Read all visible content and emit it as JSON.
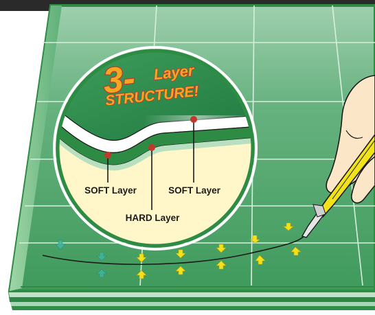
{
  "callout": {
    "number": "3-",
    "word": "Layer",
    "subtitle": "STRUCTURE!"
  },
  "labels": {
    "soft_left": "SOFT Layer",
    "soft_right": "SOFT Layer",
    "hard": "HARD Layer"
  },
  "colors": {
    "mat_green": "#5fae7a",
    "mat_border": "#2e8b43",
    "grid_line": "#d8efdc",
    "callout_fill": "#fff7c9",
    "callout_title": "#f5a623",
    "callout_title_outline": "#c0392b",
    "marker_red": "#c0392b",
    "arrow_yellow": "#f4e11b",
    "arrow_teal": "#3fb6a0",
    "knife_yellow": "#f2e21a",
    "skin": "#fbe6c8"
  },
  "icons": [
    "layer-marker-icon",
    "heal-arrow-icon",
    "cutter-knife-icon",
    "hand-icon"
  ]
}
